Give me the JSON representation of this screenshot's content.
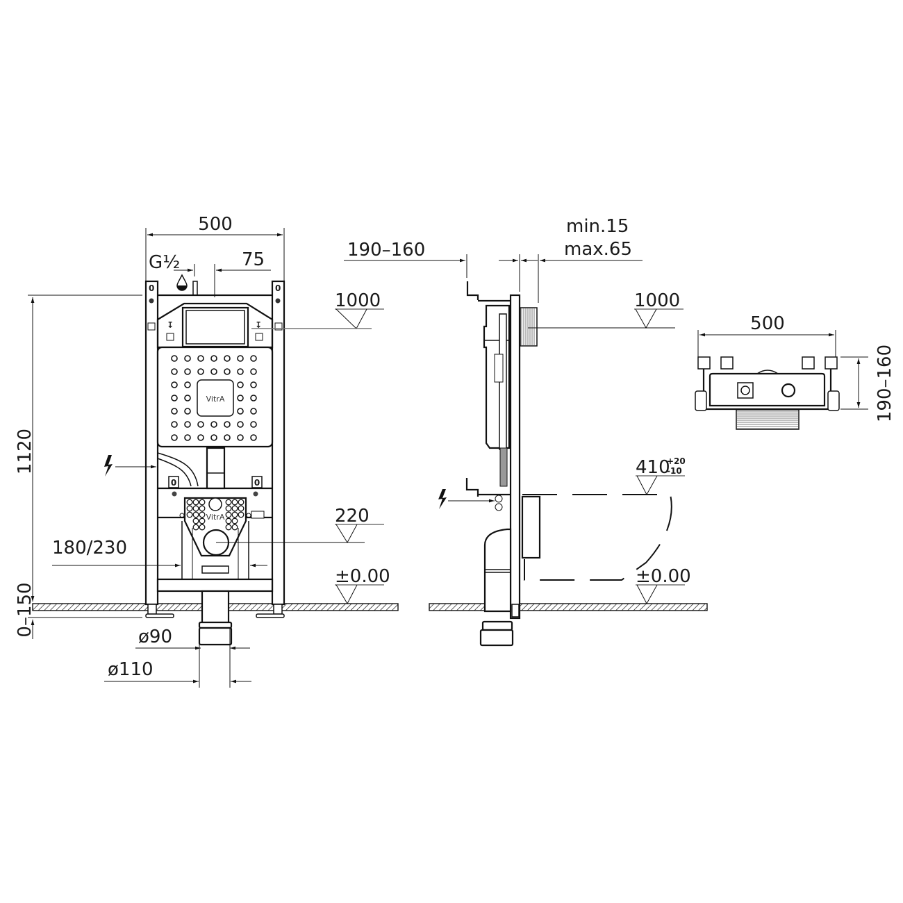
{
  "brand": {
    "logo_text": "VitrA",
    "logo_text_small": "VitrA"
  },
  "front_view": {
    "width_label": "500",
    "inlet_label": "G½",
    "inlet_offset_label": "75",
    "height_label": "1120",
    "floor_adjust_label": "0–150",
    "flush_level_label": "1000",
    "drain_level_label": "220",
    "floor_level_label": "±0.00",
    "bolt_spacing_label": "180/230",
    "pipe_inner_label": "ø90",
    "pipe_outer_label": "ø110",
    "leg_marker": "0"
  },
  "side_view": {
    "depth_label": "190–160",
    "wall_min_label": "min.15",
    "wall_max_label": "max.65",
    "flush_level_label": "1000",
    "seat_height_label": "410",
    "seat_tol_plus": "+20",
    "seat_tol_minus": "-10",
    "floor_level_label": "±0.00"
  },
  "top_view": {
    "width_label": "500",
    "depth_label": "190–160"
  },
  "symbols": {
    "water_icon": "water-drop-icon",
    "electric_icon": "electric-bolt-icon",
    "level_icon": "level-triangle-icon"
  }
}
